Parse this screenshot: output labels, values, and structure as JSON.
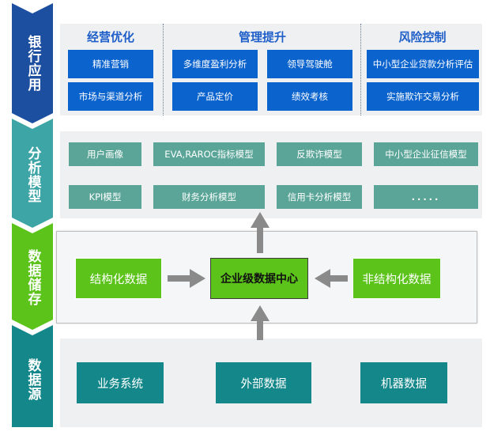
{
  "colors": {
    "blue": "#0b63ce",
    "navy": "#1d4fa1",
    "teal_layer": "#3ea5a6",
    "green": "#5bc319",
    "teal_box": "#5aa597",
    "dark_teal": "#14878a"
  },
  "layers": {
    "bank_app": "银行应用",
    "analysis_model": "分析模型",
    "data_storage": "数据储存",
    "data_source": "数据源"
  },
  "bank_app": {
    "col1": {
      "title": "经营优化",
      "items": [
        "精准营销",
        "市场与渠道分析"
      ]
    },
    "col2": {
      "title": "管理提升",
      "items": [
        "多维度盈利分析",
        "领导驾驶舱",
        "产品定价",
        "绩效考核"
      ]
    },
    "col3": {
      "title": "风险控制",
      "items": [
        "中小型企业贷款分析评估",
        "实施欺诈交易分析"
      ]
    }
  },
  "analysis_model": {
    "items": [
      "用户画像",
      "EVA,RAROC指标模型",
      "反欺诈模型",
      "中小型企业征信模型",
      "KPI模型",
      "财务分析模型",
      "信用卡分析模型",
      "....."
    ]
  },
  "data_storage": {
    "left": "结构化数据",
    "center": "企业级数据中心",
    "right": "非结构化数据"
  },
  "data_source": {
    "items": [
      "业务系统",
      "外部数据",
      "机器数据"
    ]
  }
}
